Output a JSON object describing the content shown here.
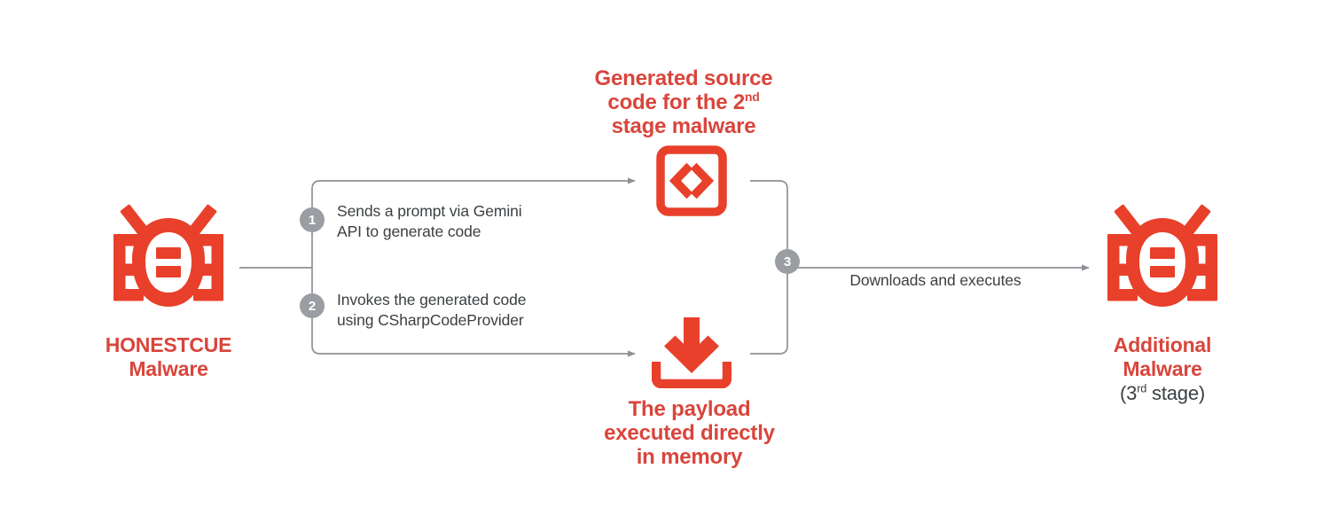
{
  "diagram": {
    "title_text_color": "#D9453C",
    "accent_red": "#E8402A",
    "line_gray": "#8e9196",
    "badge_gray": "#9a9da2",
    "text_gray": "#3c4043"
  },
  "nodes": {
    "source_malware": {
      "icon": "bug-icon",
      "label_line1": "HONESTCUE",
      "label_line2": "Malware"
    },
    "generated_code": {
      "icon": "code-brackets-icon",
      "heading_line1": "Generated source",
      "heading_line2_pre": "code for the 2",
      "heading_line2_sup": "nd",
      "heading_line3": "stage malware"
    },
    "payload_memory": {
      "icon": "download-icon",
      "heading_line1": "The payload",
      "heading_line2": "executed directly",
      "heading_line3": "in memory"
    },
    "additional_malware": {
      "icon": "bug-icon",
      "label_line1": "Additional",
      "label_line2": "Malware",
      "sublabel_pre": "(3",
      "sublabel_sup": "rd",
      "sublabel_post": " stage)"
    }
  },
  "steps": [
    {
      "number": "1",
      "text": "Sends a prompt via Gemini\nAPI to generate code"
    },
    {
      "number": "2",
      "text": "Invokes the generated code\nusing CSharpCodeProvider"
    },
    {
      "number": "3",
      "text": "Downloads and executes"
    }
  ]
}
